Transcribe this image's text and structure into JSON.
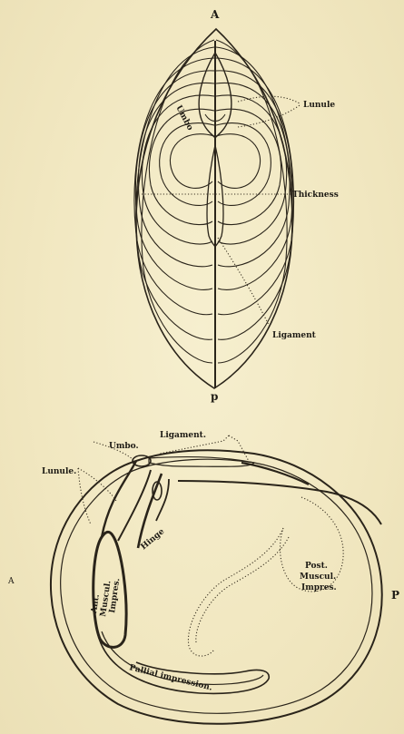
{
  "top_figure": {
    "label_top": "A",
    "label_bottom": "p",
    "lunule": "Lunule",
    "umbo": "Umbo",
    "thickness": "Thickness",
    "ligament": "Ligament"
  },
  "bottom_figure": {
    "umbo": "Umbo.",
    "ligament": "Ligament.",
    "lunule": "Lunule.",
    "hinge": "Hinge",
    "ant_muscul": [
      "Ant.",
      "Muscul.",
      "Impres."
    ],
    "post_muscul": [
      "Post.",
      "Muscul.",
      "Impres."
    ],
    "pallial": "Pallial impression.",
    "label_left": "A",
    "label_right": "P"
  }
}
